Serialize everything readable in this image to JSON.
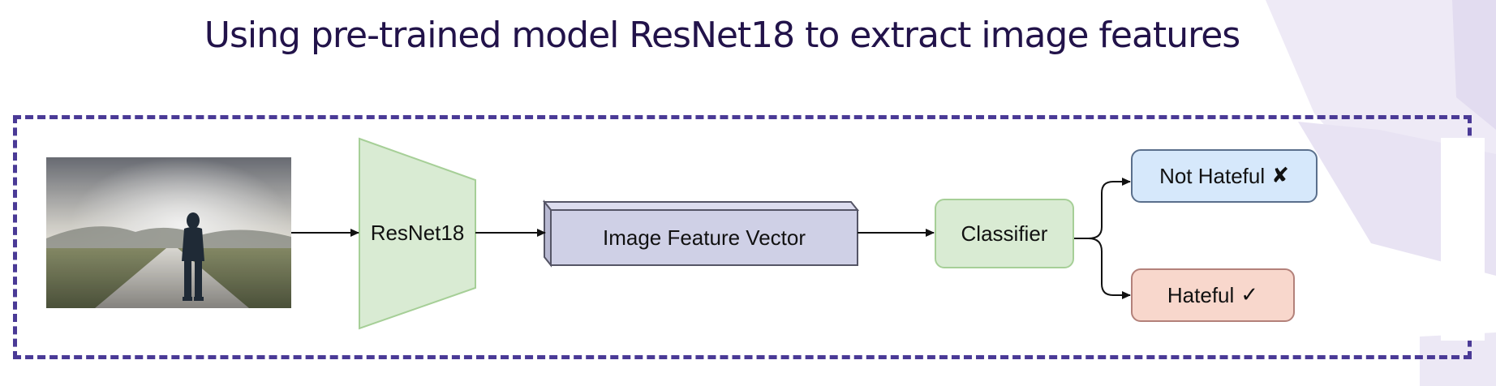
{
  "title": "Using pre-trained model ResNet18 to extract image features",
  "nodes": {
    "resnet": "ResNet18",
    "feature_vector": "Image Feature Vector",
    "classifier": "Classifier",
    "not_hateful": "Not Hateful",
    "not_hateful_mark": "✘",
    "hateful": "Hateful",
    "hateful_mark": "✓"
  },
  "colors": {
    "frame": "#4a3a96",
    "title": "#22134a",
    "resnet_fill": "#d9ebd3",
    "feature_fill": "#cfd0e6",
    "classifier_fill": "#d9ebd3",
    "not_hateful_fill": "#d6e8fb",
    "hateful_fill": "#f8d7cc"
  }
}
